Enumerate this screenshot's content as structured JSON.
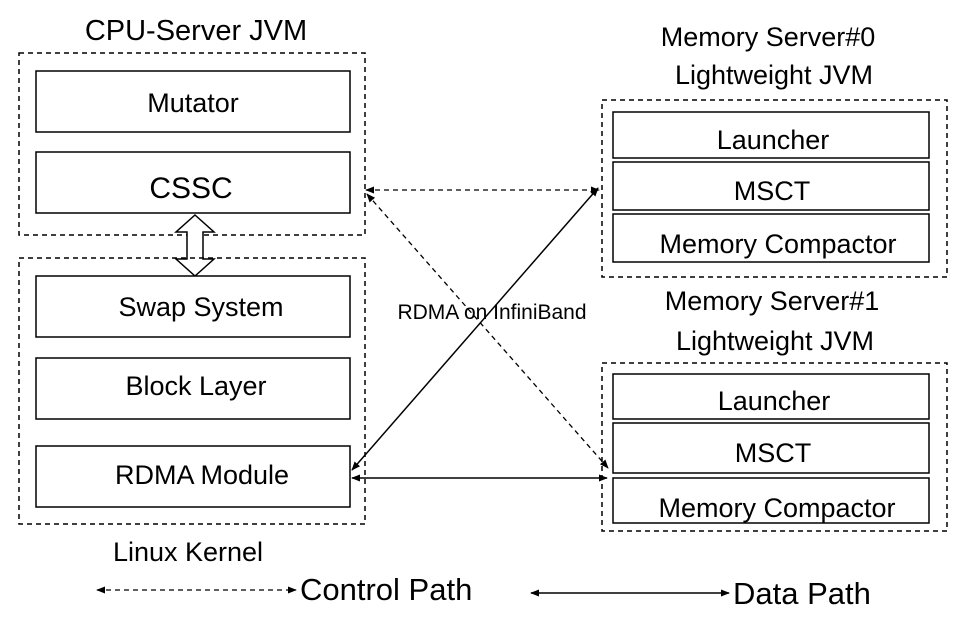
{
  "cpu_server": {
    "title": "CPU-Server JVM",
    "mutator": "Mutator",
    "cssc": "CSSC"
  },
  "kernel": {
    "swap_system": "Swap System",
    "block_layer": "Block Layer",
    "rdma_module": "RDMA Module",
    "label": "Linux Kernel"
  },
  "network": {
    "label": "RDMA on InfiniBand"
  },
  "memory_servers": [
    {
      "title_line1": "Memory Server#0",
      "title_line2": "Lightweight JVM",
      "launcher": "Launcher",
      "msct": "MSCT",
      "compactor": "Memory Compactor"
    },
    {
      "title_line1": "Memory Server#1",
      "title_line2": "Lightweight JVM",
      "launcher": "Launcher",
      "msct": "MSCT",
      "compactor": "Memory Compactor"
    }
  ],
  "legend": {
    "control_path": "Control Path",
    "data_path": "Data Path"
  }
}
